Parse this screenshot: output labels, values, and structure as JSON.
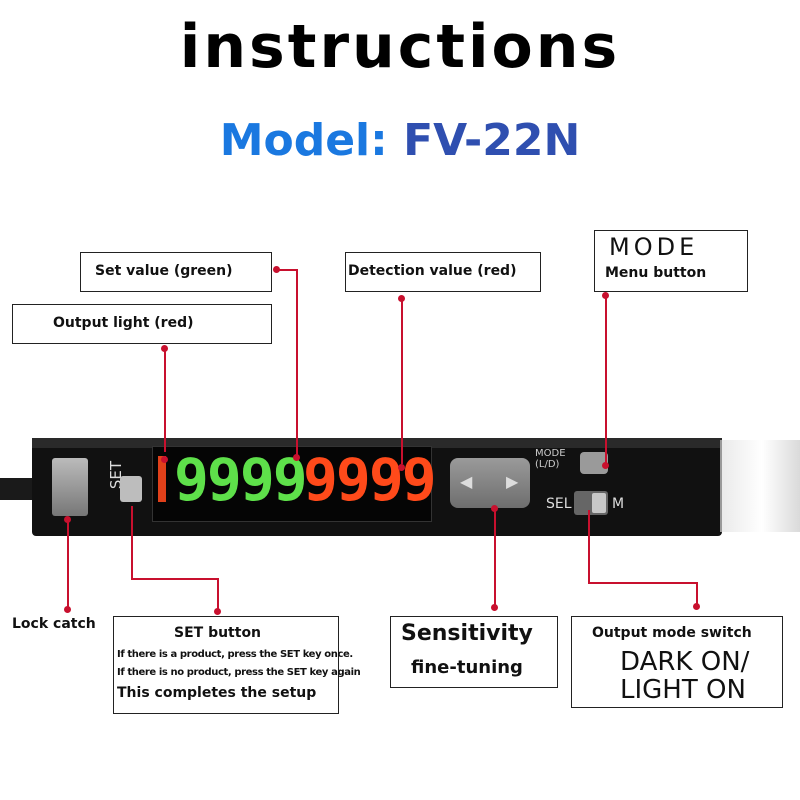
{
  "title": "instructions",
  "model": {
    "label": "Model:",
    "value": "FV-22N"
  },
  "labels": {
    "set_value": "Set value (green)",
    "detection_value": "Detection value (red)",
    "mode_title": "MODE",
    "mode_sub": "Menu button",
    "output_light": "Output light (red)",
    "lock_catch": "Lock catch",
    "set_button": {
      "title": "SET button",
      "line1": "If there is a product, press the SET key once.",
      "line2": "If there is no product, press the SET key again",
      "line3": "This completes the setup"
    },
    "sensitivity": {
      "line1": "Sensitivity",
      "line2": "fine-tuning"
    },
    "output_mode": {
      "title": "Output mode switch",
      "line1": "DARK ON/",
      "line2": "LIGHT ON"
    }
  },
  "device": {
    "set_text": "SET",
    "green_digits": "9999",
    "red_digits": "9999",
    "mode_text": "MODE",
    "mode_text2": "(L/D)",
    "sel_text": "SEL",
    "m_text": "M",
    "left_arrow": "◀",
    "right_arrow": "▶"
  },
  "colors": {
    "accent_red": "#c8102e",
    "green_digits": "#5ee04a",
    "red_digits": "#ff4a1a",
    "model_label": "#1a78e0",
    "model_value": "#2f4fb0"
  }
}
